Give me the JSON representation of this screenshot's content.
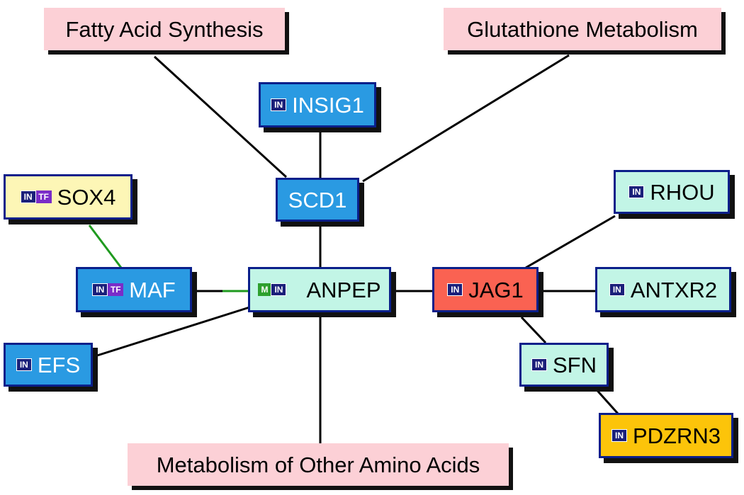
{
  "pathways": {
    "fatty_acid": "Fatty Acid Synthesis",
    "glutathione": "Glutathione Metabolism",
    "amino_acids": "Metabolism of Other Amino Acids"
  },
  "nodes": {
    "insig1": {
      "label": "INSIG1",
      "badges": [
        "IN"
      ]
    },
    "scd1": {
      "label": "SCD1",
      "badges": []
    },
    "sox4": {
      "label": "SOX4",
      "badges": [
        "IN",
        "TF"
      ]
    },
    "maf": {
      "label": "MAF",
      "badges": [
        "IN",
        "TF"
      ]
    },
    "anpep": {
      "label": "ANPEP",
      "badges": [
        "M",
        "IN"
      ]
    },
    "efs": {
      "label": "EFS",
      "badges": [
        "IN"
      ]
    },
    "jag1": {
      "label": "JAG1",
      "badges": [
        "IN"
      ]
    },
    "rhou": {
      "label": "RHOU",
      "badges": [
        "IN"
      ]
    },
    "antxr2": {
      "label": "ANTXR2",
      "badges": [
        "IN"
      ]
    },
    "sfn": {
      "label": "SFN",
      "badges": [
        "IN"
      ]
    },
    "pdzrn3": {
      "label": "PDZRN3",
      "badges": [
        "IN"
      ]
    }
  },
  "badge_text": {
    "in": "IN",
    "tf": "TF",
    "m": "M"
  },
  "colors": {
    "node_blue": "#2a9ae2",
    "node_mint": "#c2f5e6",
    "node_yellow": "#fdf6b6",
    "node_red": "#fa6252",
    "node_gold": "#fcc40a",
    "pathway_pink": "#fcd0d6",
    "border": "#0a1f8a",
    "edge_black": "#000000",
    "edge_green": "#1f9a1f"
  }
}
